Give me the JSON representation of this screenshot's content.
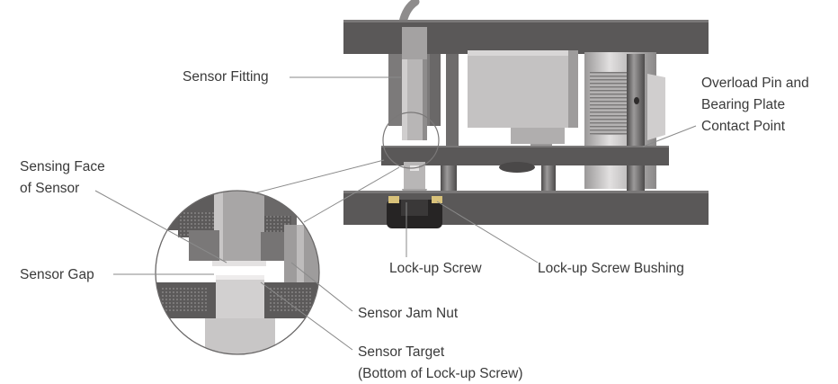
{
  "labels": {
    "sensor_fitting": "Sensor Fitting",
    "overload_pin_line1": "Overload Pin and",
    "overload_pin_line2": "Bearing Plate",
    "overload_pin_line3": "Contact Point",
    "sensing_face_line1": "Sensing Face",
    "sensing_face_line2": "of Sensor",
    "sensor_gap": "Sensor Gap",
    "lockup_screw": "Lock-up Screw",
    "lockup_screw_bushing": "Lock-up Screw Bushing",
    "sensor_jam_nut": "Sensor Jam Nut",
    "sensor_target_line1": "Sensor Target",
    "sensor_target_line2": "(Bottom of Lock-up Screw)"
  },
  "colors": {
    "plate_dark": "#5a5858",
    "metal_mid": "#8c8a8a",
    "metal_light": "#c4c2c2",
    "metal_lighter": "#dcdada",
    "bushing_yellow": "#d9c27a",
    "leader_line": "#8a8a8a",
    "text": "#3a3a3a"
  }
}
